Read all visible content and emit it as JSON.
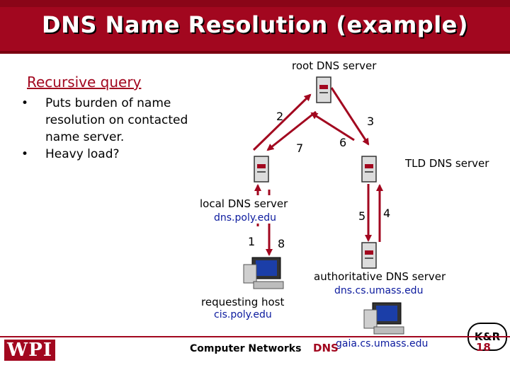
{
  "header": {
    "title": "DNS Name Resolution (example)"
  },
  "left": {
    "subhead": "Recursive query",
    "bullets": [
      {
        "bullet": "•",
        "text": "Puts burden of name resolution on contacted name server."
      },
      {
        "bullet": "•",
        "text": "Heavy load?"
      }
    ]
  },
  "diagram": {
    "root_label": "root DNS server",
    "tld_label": "TLD DNS server",
    "local_label": "local DNS server",
    "local_host": "dns.poly.edu",
    "requesting_label": "requesting host",
    "requesting_host": "cis.poly.edu",
    "auth_label": "authoritative DNS server",
    "auth_host": "dns.cs.umass.edu",
    "gaia_host": "gaia.cs.umass.edu",
    "steps": [
      "1",
      "2",
      "3",
      "4",
      "5",
      "6",
      "7",
      "8"
    ],
    "icons": {
      "server": "server-icon",
      "computer": "computer-icon"
    }
  },
  "footer": {
    "logo": "WPI",
    "course": "Computer Networks",
    "topic": "DNS",
    "page": "18",
    "badge": "K&R"
  },
  "colors": {
    "brand": "#a2071f",
    "host_text": "#0b1a9e"
  }
}
